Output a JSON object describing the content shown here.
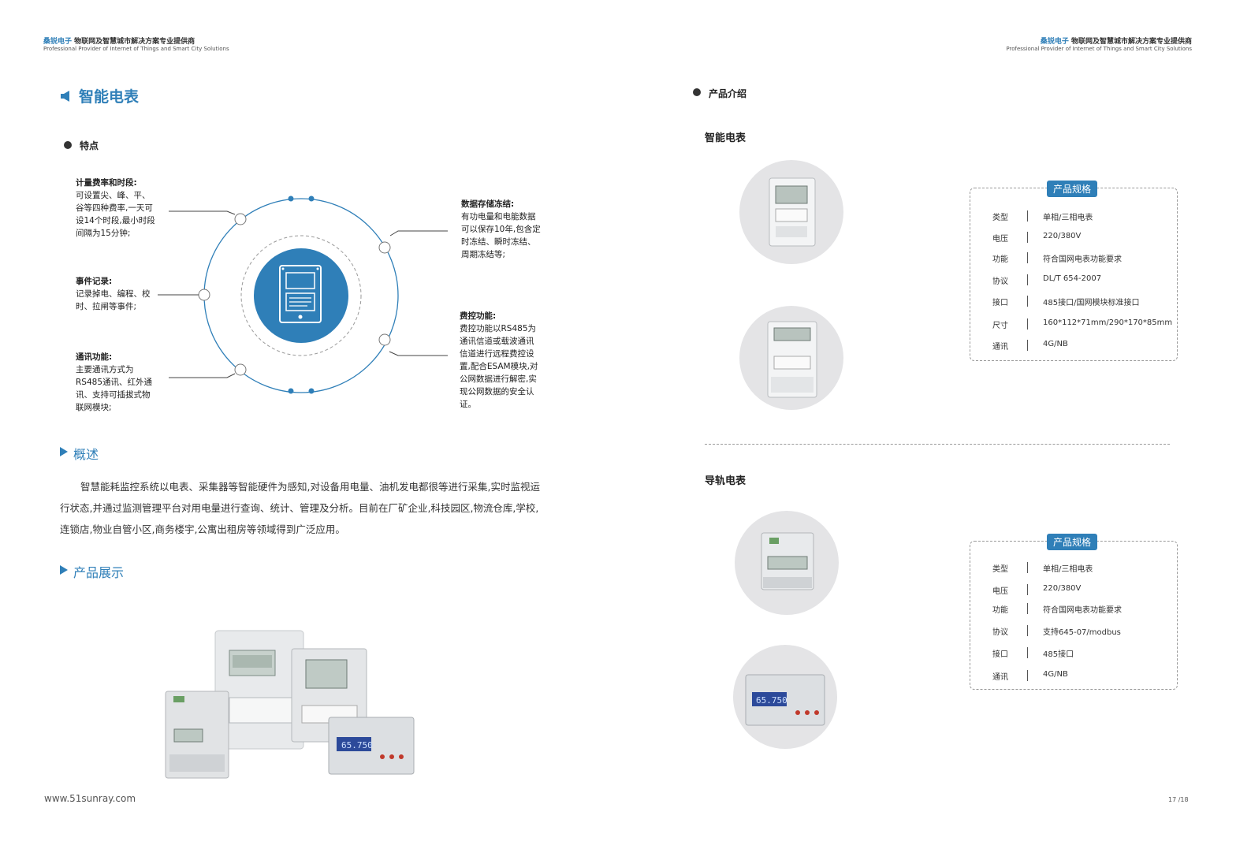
{
  "header": {
    "brand": "桑锐电子",
    "tagline": "物联网及智慧城市解决方案专业提供商",
    "subtitle": "Professional Provider of Internet of Things and Smart City Solutions"
  },
  "left": {
    "title": "智能电表",
    "features_heading": "特点",
    "features": {
      "rate": {
        "title": "计量费率和时段:",
        "body": "可设置尖、峰、平、谷等四种费率,一天可设14个时段,最小时段间隔为15分钟;"
      },
      "event": {
        "title": "事件记录:",
        "body": "记录掉电、编程、校时、拉闸等事件;"
      },
      "comm": {
        "title": "通讯功能:",
        "body": "主要通讯方式为RS485通讯、红外通讯、支持可插拔式物联网模块;"
      },
      "storage": {
        "title": "数据存储冻结:",
        "body": "有功电量和电能数据可以保存10年,包含定时冻结、瞬时冻结、周期冻结等;"
      },
      "fee": {
        "title": "费控功能:",
        "body": "费控功能以RS485为通讯信道或载波通讯信道进行远程费控设置,配合ESAM模块,对公网数据进行解密,实现公网数据的安全认证。"
      }
    },
    "overview_heading": "概述",
    "overview_text": "智慧能耗监控系统以电表、采集器等智能硬件为感知,对设备用电量、油机发电都很等进行采集,实时监视运行状态,并通过监测管理平台对用电量进行查询、统计、管理及分析。目前在厂矿企业,科技园区,物流仓库,学校,连锁店,物业自管小区,商务楼宇,公寓出租房等领域得到广泛应用。",
    "showcase_heading": "产品展示",
    "showcase_display": "65.750",
    "footer_url": "www.51sunray.com"
  },
  "right": {
    "intro_heading": "产品介绍",
    "smart_meter": {
      "heading": "智能电表",
      "spec_title": "产品规格",
      "rows": [
        {
          "k": "类型",
          "v": "单相/三相电表"
        },
        {
          "k": "电压",
          "v": "220/380V"
        },
        {
          "k": "功能",
          "v": "符合国网电表功能要求"
        },
        {
          "k": "协议",
          "v": "DL/T 654-2007"
        },
        {
          "k": "接口",
          "v": "485接口/国网模块标准接口"
        },
        {
          "k": "尺寸",
          "v": "160*112*71mm/290*170*85mm"
        },
        {
          "k": "通讯",
          "v": "4G/NB"
        }
      ]
    },
    "rail_meter": {
      "heading": "导轨电表",
      "spec_title": "产品规格",
      "display": "65.750",
      "rows": [
        {
          "k": "类型",
          "v": "单相/三相电表"
        },
        {
          "k": "电压",
          "v": "220/380V"
        },
        {
          "k": "功能",
          "v": "符合国网电表功能要求"
        },
        {
          "k": "协议",
          "v": "支持645-07/modbus"
        },
        {
          "k": "接口",
          "v": "485接口"
        },
        {
          "k": "通讯",
          "v": "4G/NB"
        }
      ]
    },
    "page_number": "17 /18"
  },
  "colors": {
    "accent": "#2f7fb8",
    "circle_bg": "#e4e4e6",
    "text": "#333333"
  }
}
